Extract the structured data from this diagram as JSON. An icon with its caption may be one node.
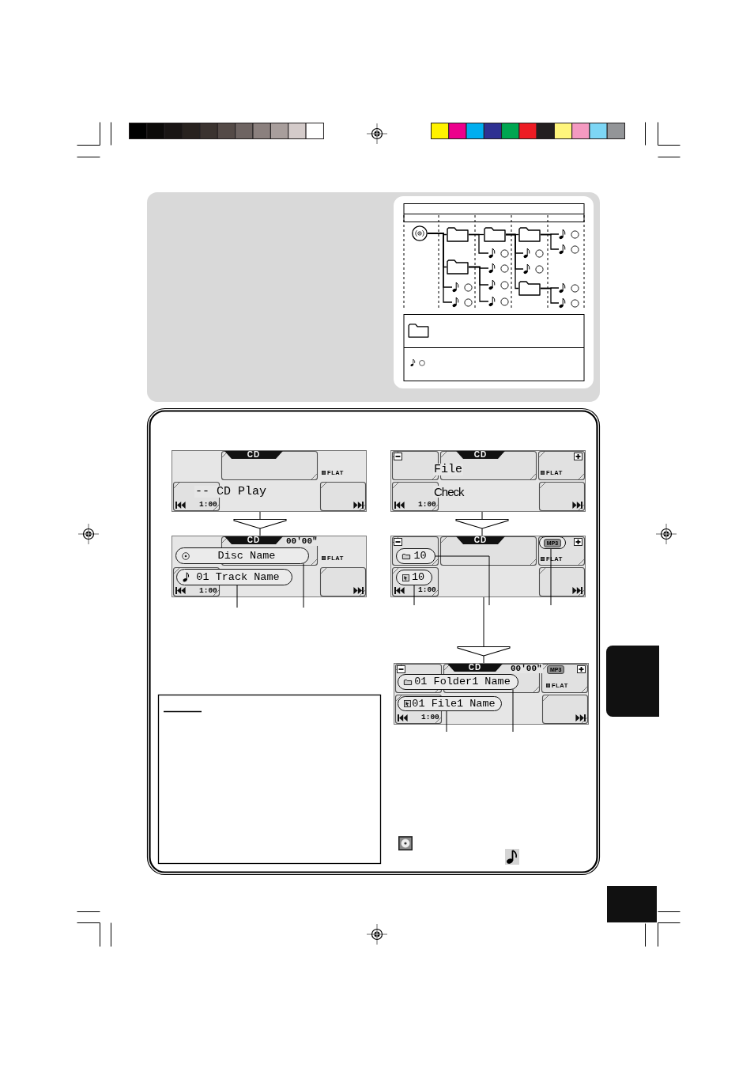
{
  "diagram": {
    "nodes": [
      {
        "text": [],
        "shape": "disc"
      },
      {
        "text": [],
        "shape": "folder"
      },
      {
        "text": [],
        "shape": "folder"
      },
      {
        "text": [],
        "shape": "folder"
      },
      {
        "text": [],
        "shape": "note"
      },
      {
        "text": [],
        "shape": "note"
      },
      {
        "text": [],
        "shape": "note"
      },
      {
        "text": [],
        "shape": "note"
      },
      {
        "text": [],
        "shape": "folder"
      },
      {
        "text": [],
        "shape": "note"
      },
      {
        "text": [],
        "shape": "note"
      },
      {
        "text": [],
        "shape": "note"
      },
      {
        "text": [],
        "shape": "note"
      },
      {
        "text": [],
        "shape": "folder"
      },
      {
        "text": [],
        "shape": "note"
      },
      {
        "text": [],
        "shape": "note"
      },
      {
        "text": [],
        "shape": "note"
      },
      {
        "text": [],
        "shape": "note"
      },
      {
        "text": [
          "CD",
          "FLAT",
          "-- CD Play",
          "1:00"
        ]
      },
      {
        "text": [
          "CD",
          "00'00\"",
          "FLAT",
          "1:00"
        ]
      },
      {
        "text": [
          "Disc Name"
        ],
        "in": 19
      },
      {
        "text": [
          "01 Track Name"
        ],
        "in": 19
      },
      {
        "text": [
          "CD",
          "File",
          "FLAT",
          "Check",
          "1:00"
        ]
      },
      {
        "text": [
          "CD",
          "FLAT",
          "1:00"
        ]
      },
      {
        "text": [
          "10"
        ],
        "in": 23
      },
      {
        "text": [
          "MP3"
        ],
        "in": 23
      },
      {
        "text": [
          "10"
        ],
        "in": 23
      },
      {
        "text": [
          "CD",
          "00'00\"",
          "MP3",
          "FLAT",
          "1:00"
        ]
      },
      {
        "text": [
          "01 Folder1 Name"
        ],
        "in": 27
      },
      {
        "text": [
          "01 File1 Name"
        ],
        "in": 27
      },
      {
        "text": [],
        "shape": "box"
      },
      {
        "text": [],
        "shape": "box"
      }
    ],
    "edges": [
      {
        "from": 0,
        "to": 1,
        "arrow": "none"
      },
      {
        "from": 0,
        "to": 8,
        "arrow": "none"
      },
      {
        "from": 0,
        "to": 11,
        "arrow": "none"
      },
      {
        "from": 0,
        "to": 15,
        "arrow": "none"
      },
      {
        "from": 1,
        "to": 2,
        "arrow": "none"
      },
      {
        "from": 1,
        "to": 6,
        "arrow": "none"
      },
      {
        "from": 2,
        "to": 3,
        "arrow": "none"
      },
      {
        "from": 2,
        "to": 7,
        "arrow": "none"
      },
      {
        "from": 2,
        "to": 10,
        "arrow": "none"
      },
      {
        "from": 2,
        "to": 13,
        "arrow": "none"
      },
      {
        "from": 3,
        "to": 4,
        "arrow": "none"
      },
      {
        "from": 3,
        "to": 5,
        "arrow": "none"
      },
      {
        "from": 8,
        "to": 9,
        "arrow": "none"
      },
      {
        "from": 8,
        "to": 12,
        "arrow": "none"
      },
      {
        "from": 8,
        "to": 16,
        "arrow": "none"
      },
      {
        "from": 13,
        "to": 14,
        "arrow": "none"
      },
      {
        "from": 13,
        "to": 17,
        "arrow": "none"
      },
      {
        "from": 18,
        "to": 19,
        "arrow": "to"
      },
      {
        "from": 22,
        "to": 23,
        "arrow": "to"
      },
      {
        "from": 23,
        "to": 27,
        "arrow": "to"
      },
      {
        "from": null,
        "to": 21,
        "arrow": "none"
      },
      {
        "from": null,
        "to": 20,
        "arrow": "none"
      },
      {
        "from": null,
        "to": 26,
        "arrow": "none"
      },
      {
        "from": null,
        "to": 24,
        "arrow": "none"
      },
      {
        "from": null,
        "to": 25,
        "arrow": "none"
      },
      {
        "from": null,
        "to": 29,
        "arrow": "none"
      },
      {
        "from": null,
        "to": 28,
        "arrow": "none"
      }
    ]
  }
}
